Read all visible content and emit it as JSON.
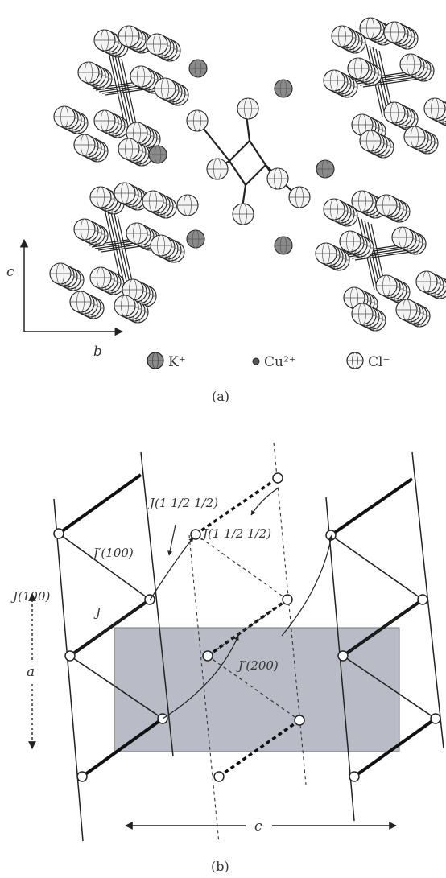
{
  "panel_a": {
    "axis_c": "c",
    "axis_b": "b",
    "legend": [
      {
        "icon": "potassium-ion-sphere",
        "label": "K⁺"
      },
      {
        "icon": "copper-ion-dot",
        "label": "Cu²⁺"
      },
      {
        "icon": "chloride-ion-sphere",
        "label": "Cl⁻"
      }
    ],
    "caption": "(a)"
  },
  "panel_b": {
    "labels": {
      "j_half": "J(1 1/2 1/2)",
      "j_half_2": "J(1 1/2 1/2)",
      "j_prime_100": "J′(100)",
      "j_100": "J(100)",
      "j": "J",
      "j_prime_200": "J′(200)",
      "axis_a": "a",
      "axis_c": "c"
    },
    "caption": "(b)"
  },
  "colors": {
    "ink": "#222222",
    "k_fill": "#8a8a8a",
    "cl_fill": "#f4f4f4",
    "shade": "#b9bcc6"
  }
}
